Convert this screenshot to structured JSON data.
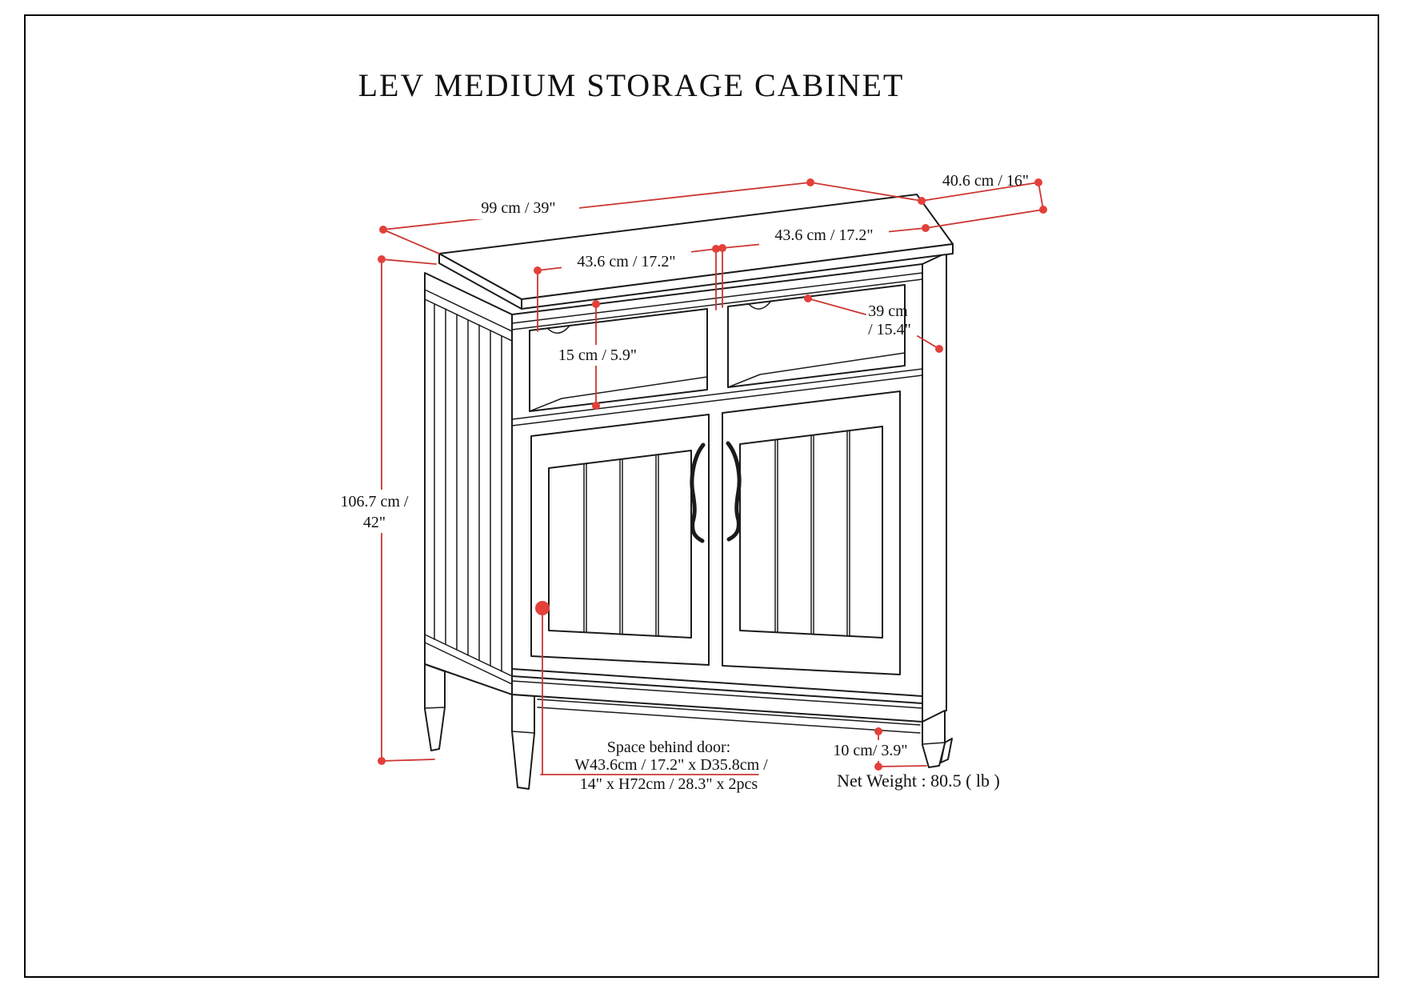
{
  "title": "LEV MEDIUM STORAGE CABINET",
  "dimensions": {
    "top_width": "99 cm / 39\"",
    "top_depth": "40.6 cm / 16\"",
    "left_shelf_width": "43.6 cm / 17.2\"",
    "right_shelf_width": "43.6 cm / 17.2\"",
    "shelf_depth_l1": "39 cm",
    "shelf_depth_l2": "/ 15.4\"",
    "shelf_height": "15 cm / 5.9\"",
    "overall_height_l1": "106.7 cm /",
    "overall_height_l2": "42\"",
    "leg_height": "10 cm/ 3.9\""
  },
  "notes": {
    "space_l1": "Space behind door:",
    "space_l2": "W43.6cm / 17.2\" x D35.8cm /",
    "space_l3": "14\" x H72cm / 28.3\" x 2pcs",
    "net_weight": "Net Weight : 80.5 ( lb )"
  },
  "colors": {
    "annotation_red": "#cc3632",
    "dot_red": "#e3403a",
    "line_black": "#1b1b1b",
    "background": "#ffffff"
  }
}
